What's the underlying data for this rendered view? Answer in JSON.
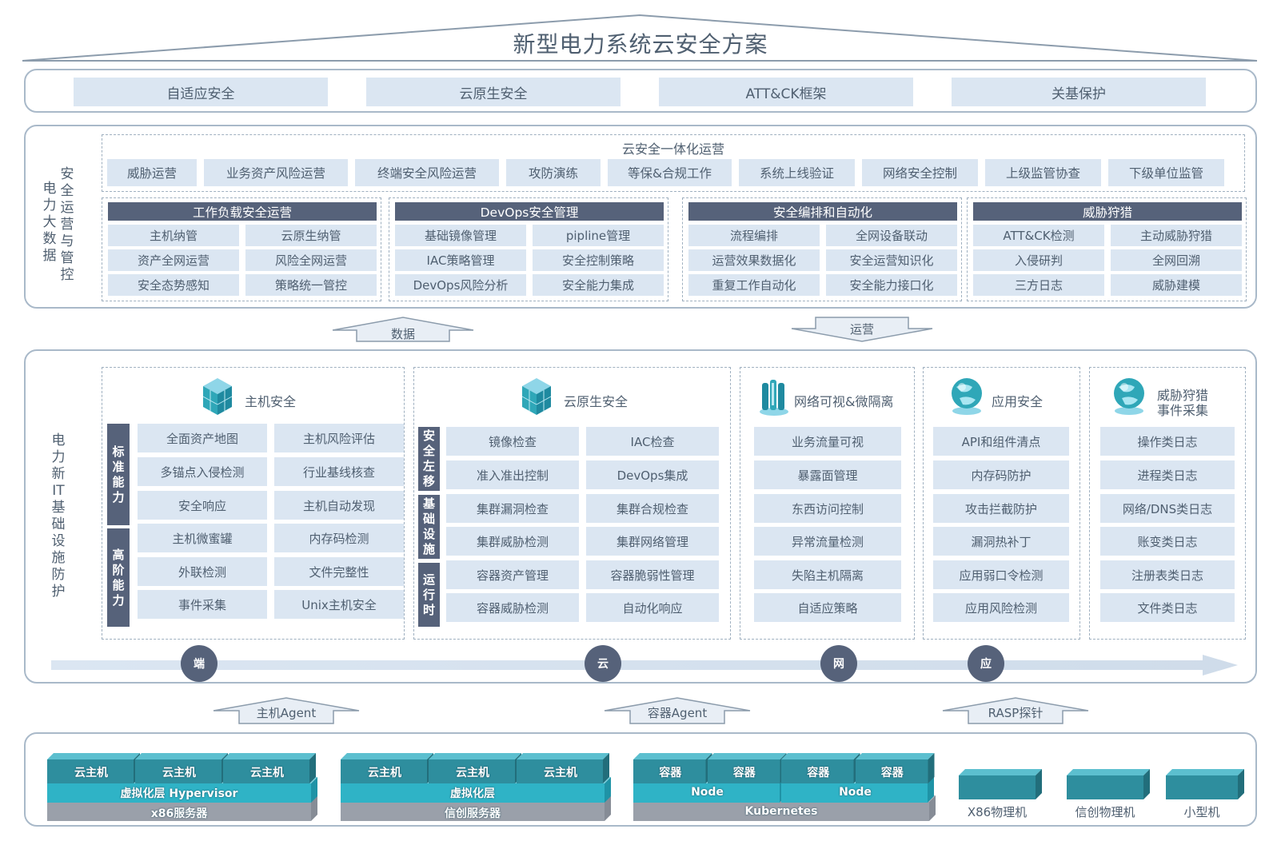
{
  "title": "新型电力系统云安全方案",
  "pillars": [
    "自适应安全",
    "云原生安全",
    "ATT&CK框架",
    "关基保护"
  ],
  "ops_section": {
    "side_label": "电力大数据安全运营与管控",
    "top_label": "云安全一体化运营",
    "top_items": [
      "威胁运营",
      "业务资产风险运营",
      "终端安全风险运营",
      "攻防演练",
      "等保&合规工作",
      "系统上线验证",
      "网络安全控制",
      "上级监管协查",
      "下级单位监管"
    ],
    "groups": [
      {
        "title": "工作负载安全运营",
        "items": [
          "主机纳管",
          "云原生纳管",
          "资产全网运营",
          "风险全网运营",
          "安全态势感知",
          "策略统一管控"
        ]
      },
      {
        "title": "DevOps安全管理",
        "items": [
          "基础镜像管理",
          "pipline管理",
          "IAC策略管理",
          "安全控制策略",
          "DevOps风险分析",
          "安全能力集成"
        ]
      },
      {
        "title": "安全编排和自动化",
        "items": [
          "流程编排",
          "全网设备联动",
          "运营效果数据化",
          "安全运营知识化",
          "重复工作自动化",
          "安全能力接口化"
        ]
      },
      {
        "title": "威胁狩猎",
        "items": [
          "ATT&CK检测",
          "主动威胁狩猎",
          "入侵研判",
          "全网回溯",
          "三方日志",
          "威胁建模"
        ]
      }
    ]
  },
  "flows": {
    "up": "数据",
    "down": "运营"
  },
  "infra_section": {
    "side_label": "电力新IT基础设施防护",
    "host": {
      "title": "主机安全",
      "bars": [
        "标准能力",
        "高阶能力"
      ],
      "items": [
        "全面资产地图",
        "主机风险评估",
        "多锚点入侵检测",
        "行业基线核查",
        "安全响应",
        "主机自动发现",
        "主机微蜜罐",
        "内存码检测",
        "外联检测",
        "文件完整性",
        "事件采集",
        "Unix主机安全"
      ]
    },
    "cloud": {
      "title": "云原生安全",
      "bars": [
        "安全左移",
        "基础设施",
        "运行时"
      ],
      "items": [
        "镜像检查",
        "IAC检查",
        "准入准出控制",
        "DevOps集成",
        "集群漏洞检查",
        "集群合规检查",
        "集群威胁检测",
        "集群网络管理",
        "容器资产管理",
        "容器脆弱性管理",
        "容器威胁检测",
        "自动化响应"
      ]
    },
    "network": {
      "title": "网络可视&微隔离",
      "items": [
        "业务流量可视",
        "暴露面管理",
        "东西访问控制",
        "异常流量检测",
        "失陷主机隔离",
        "自适应策略"
      ]
    },
    "app": {
      "title": "应用安全",
      "items": [
        "API和组件清点",
        "内存码防护",
        "攻击拦截防护",
        "漏洞热补丁",
        "应用弱口令检测",
        "应用风险检测"
      ]
    },
    "threat": {
      "title": "威胁狩猎\n事件采集",
      "title_line1": "威胁狩猎",
      "title_line2": "事件采集",
      "items": [
        "操作类日志",
        "进程类日志",
        "网络/DNS类日志",
        "账变类日志",
        "注册表类日志",
        "文件类日志"
      ]
    },
    "timeline": [
      "端",
      "云",
      "网",
      "应"
    ]
  },
  "agents": [
    "主机Agent",
    "容器Agent",
    "RASP探针"
  ],
  "bottom": {
    "stack1": {
      "vms": [
        "云主机",
        "云主机",
        "云主机"
      ],
      "mid": "虚拟化层 Hypervisor",
      "base": "x86服务器"
    },
    "stack2": {
      "vms": [
        "云主机",
        "云主机",
        "云主机"
      ],
      "mid": "虚拟化层",
      "base": "信创服务器"
    },
    "stack3": {
      "vms": [
        "容器",
        "容器",
        "容器",
        "容器"
      ],
      "nodes": [
        "Node",
        "Node"
      ],
      "base": "Kubernetes"
    },
    "machines": [
      "X86物理机",
      "信创物理机",
      "小型机"
    ]
  },
  "colors": {
    "accent": "#56627a",
    "cell": "#dbe6f2",
    "border": "#a9b9c9",
    "teal": "#2fa7b8"
  }
}
